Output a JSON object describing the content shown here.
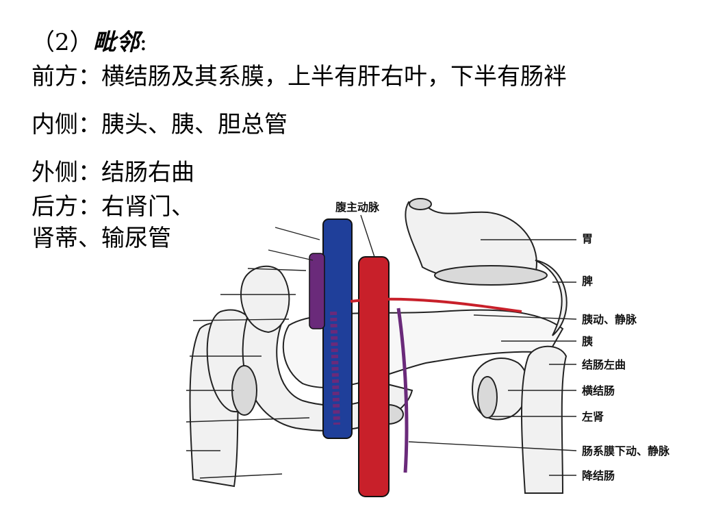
{
  "heading": {
    "prefix": "（2）",
    "emph": "毗邻",
    "suffix": ":"
  },
  "lines": {
    "front": "前方：横结肠及其系膜，上半有肝右叶，下半有肠袢",
    "medial": "内侧：胰头、胰、胆总管",
    "lateral": "外侧：结肠右曲",
    "back1": "后方：右肾门、",
    "back2": "肾蒂、输尿管"
  },
  "figure": {
    "labels": {
      "aorta": "腹主动脉",
      "stomach": "胃",
      "spleen": "脾",
      "splenic_vessels": "胰动、静脉",
      "pancreas": "胰",
      "left_flexure": "结肠左曲",
      "transverse_colon": "横结肠",
      "left_kidney": "左肾",
      "mesenteric_vessels": "肠系膜下动、静脉",
      "descending_colon": "降结肠"
    },
    "colors": {
      "vein": "#1f3f9a",
      "artery": "#c8202a",
      "purple_vessel": "#6a2a7a"
    }
  }
}
